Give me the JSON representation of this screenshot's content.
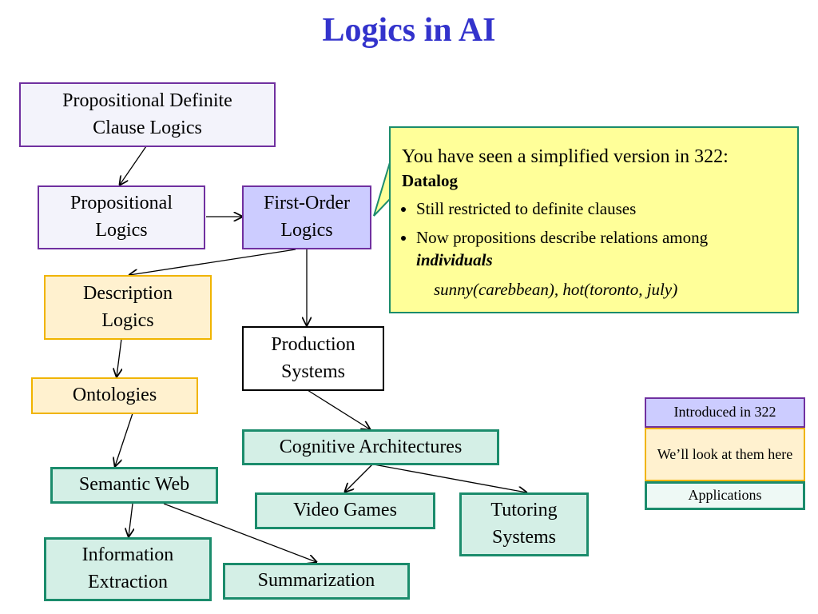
{
  "title": "Logics in AI",
  "nodes": {
    "propositional_definite": "Propositional Definite Clause  Logics",
    "propositional": "Propositional Logics",
    "first_order": "First-Order Logics",
    "description": "Description Logics",
    "production": "Production Systems",
    "ontologies": "Ontologies",
    "cognitive": "Cognitive Architectures",
    "semantic_web": "Semantic Web",
    "video_games": "Video Games",
    "tutoring": "Tutoring Systems",
    "information_extraction": "Information Extraction",
    "summarization": "Summarization"
  },
  "callout": {
    "intro": "You have seen a simplified version in 322:",
    "name": "Datalog",
    "bullet1": "Still  restricted to definite clauses",
    "bullet2_text": "Now propositions describe relations among",
    "bullet2_emph": "individuals",
    "example": "sunny(carebbean), hot(toronto, july)"
  },
  "legend": {
    "introduced": "Introduced in 322",
    "look_here": "We’ll look at them here",
    "applications": "Applications"
  },
  "colors": {
    "title": "#3333cc",
    "introduced_border": "#7030a0",
    "look_here_border": "#f0b400",
    "applications_border": "#1b8c6c",
    "callout_fill": "#ffff99"
  }
}
